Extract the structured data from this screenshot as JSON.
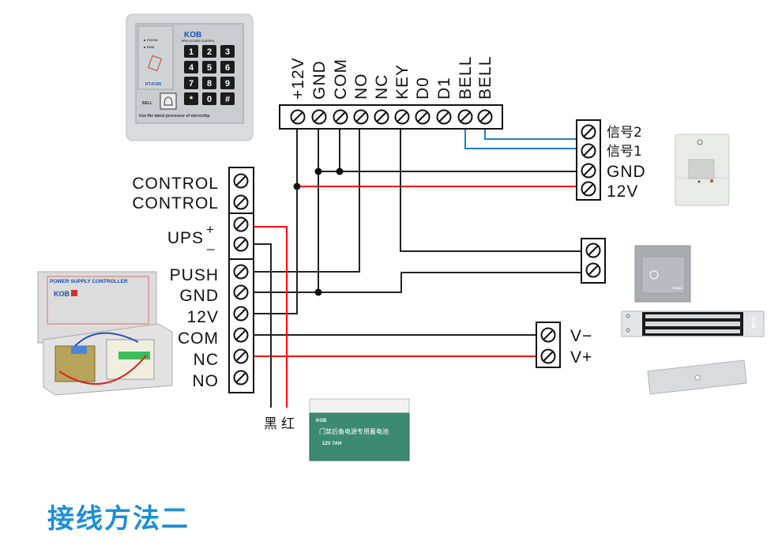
{
  "title": "接线方法二",
  "keypad_terminals": [
    "+12V",
    "GND",
    "COM",
    "NO",
    "NC",
    "KEY",
    "D0",
    "D1",
    "BELL",
    "BELL"
  ],
  "psu_labels": {
    "control1": "CONTROL",
    "control2": "CONTROL",
    "ups": "UPS",
    "ups_plus": "+",
    "ups_minus": "_",
    "push": "PUSH",
    "gnd": "GND",
    "v12": "12V",
    "com": "COM",
    "nc": "NC",
    "no": "NO"
  },
  "bell_labels": [
    "信号2",
    "信号1",
    "GND",
    "12V"
  ],
  "lock_labels": [
    "V−",
    "V+"
  ],
  "battery_leads": {
    "black": "黑",
    "red": "红"
  },
  "keypad_device": {
    "brand": "KOB",
    "subtitle": "RFID ACCESS CONTROL",
    "model": "KT-K100",
    "status": "STATUS",
    "pass": "PASS",
    "bell": "BELL",
    "footer": "Use the latest processor of microchip",
    "keys": [
      "1",
      "2",
      "3",
      "4",
      "5",
      "6",
      "7",
      "8",
      "9",
      "*",
      "0",
      "#"
    ]
  },
  "psu_device": {
    "heading": "POWER SUPPLY CONTROLLER",
    "brand": "KOB"
  },
  "battery_device": {
    "brand": "KOB",
    "text": "门禁后备电源专用蓄电池",
    "rating": "12V 7AH"
  },
  "exit_button_device": {
    "text": "PUSH"
  },
  "maglock_device": {
    "brand": "KOB"
  },
  "colors": {
    "wire_black": "#222222",
    "wire_red": "#ff0000",
    "wire_blue": "#1f7fd0",
    "title": "#1e8fd5"
  }
}
